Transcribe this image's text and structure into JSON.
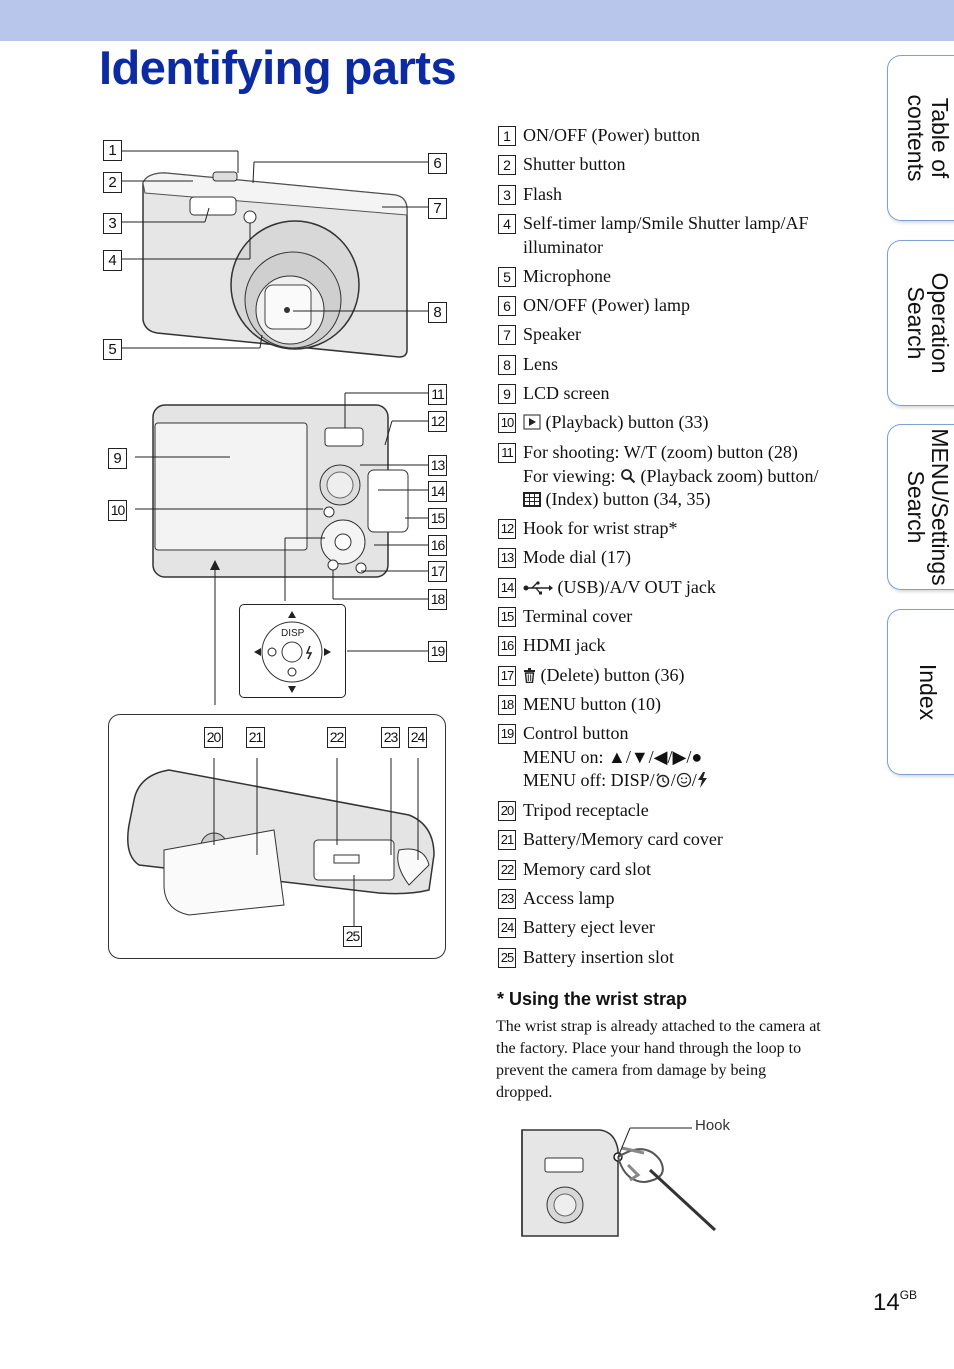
{
  "header": {
    "title": "Identifying parts"
  },
  "tabs": [
    {
      "label": "Table of\ncontents"
    },
    {
      "label": "Operation\nSearch"
    },
    {
      "label": "MENU/Settings\nSearch"
    },
    {
      "label": "Index"
    }
  ],
  "parts": [
    {
      "num": "1",
      "lines": [
        "ON/OFF (Power) button"
      ]
    },
    {
      "num": "2",
      "lines": [
        "Shutter button"
      ]
    },
    {
      "num": "3",
      "lines": [
        "Flash"
      ]
    },
    {
      "num": "4",
      "lines": [
        "Self-timer lamp/Smile Shutter lamp/AF",
        "illuminator"
      ]
    },
    {
      "num": "5",
      "lines": [
        "Microphone"
      ]
    },
    {
      "num": "6",
      "lines": [
        "ON/OFF (Power) lamp"
      ]
    },
    {
      "num": "7",
      "lines": [
        "Speaker"
      ]
    },
    {
      "num": "8",
      "lines": [
        "Lens"
      ]
    },
    {
      "num": "9",
      "lines": [
        "LCD screen"
      ]
    },
    {
      "num": "10",
      "lines": [
        "(Playback) button (33)"
      ]
    },
    {
      "num": "11",
      "lines": [
        "For shooting: W/T (zoom) button (28)",
        "For viewing:",
        "(Playback zoom) button/",
        "(Index) button (34, 35)"
      ]
    },
    {
      "num": "12",
      "lines": [
        "Hook for wrist strap*"
      ]
    },
    {
      "num": "13",
      "lines": [
        "Mode dial (17)"
      ]
    },
    {
      "num": "14",
      "lines": [
        "(USB)/A/V OUT jack"
      ]
    },
    {
      "num": "15",
      "lines": [
        "Terminal cover"
      ]
    },
    {
      "num": "16",
      "lines": [
        "HDMI jack"
      ]
    },
    {
      "num": "17",
      "lines": [
        "(Delete) button (36)"
      ]
    },
    {
      "num": "18",
      "lines": [
        "MENU button (10)"
      ]
    },
    {
      "num": "19",
      "lines": [
        "Control button",
        "MENU on: ▲/▼/◀/▶/●",
        "MENU off: DISP/",
        "/",
        "/"
      ]
    },
    {
      "num": "20",
      "lines": [
        "Tripod receptacle"
      ]
    },
    {
      "num": "21",
      "lines": [
        "Battery/Memory card cover"
      ]
    },
    {
      "num": "22",
      "lines": [
        "Memory card slot"
      ]
    },
    {
      "num": "23",
      "lines": [
        "Access lamp"
      ]
    },
    {
      "num": "24",
      "lines": [
        "Battery eject lever"
      ]
    },
    {
      "num": "25",
      "lines": [
        "Battery insertion slot"
      ]
    }
  ],
  "strap": {
    "title": "* Using the wrist strap",
    "lines": [
      "The wrist strap is already attached to the camera at",
      "the factory. Place your hand through the loop to",
      "prevent the camera from damage by being",
      "dropped."
    ],
    "hook_label": "Hook"
  },
  "control_panel": {
    "disp_label": "DISP"
  },
  "page": {
    "number": "14",
    "suffix": "GB"
  },
  "icons": [
    "playback-icon",
    "zoom-icon",
    "index-icon",
    "usb-icon",
    "trash-icon",
    "self-timer-icon",
    "smile-icon",
    "flash-icon"
  ]
}
